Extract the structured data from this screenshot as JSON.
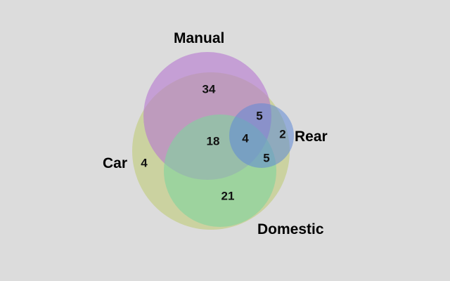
{
  "chart_data": {
    "type": "venn",
    "sets": [
      {
        "key": "car",
        "name": "Car",
        "color": "#bfcc78"
      },
      {
        "key": "manual",
        "name": "Manual",
        "color": "#b577d1"
      },
      {
        "key": "domestic",
        "name": "Domestic",
        "color": "#7fd39c"
      },
      {
        "key": "rear",
        "name": "Rear",
        "color": "#5f88d6"
      }
    ],
    "regions": [
      {
        "sets": [
          "car"
        ],
        "count": "4"
      },
      {
        "sets": [
          "car",
          "manual"
        ],
        "count": "34"
      },
      {
        "sets": [
          "car",
          "manual",
          "rear"
        ],
        "count": "5"
      },
      {
        "sets": [
          "rear"
        ],
        "count": "2"
      },
      {
        "sets": [
          "car",
          "manual",
          "domestic"
        ],
        "count": "18"
      },
      {
        "sets": [
          "car",
          "manual",
          "domestic",
          "rear"
        ],
        "count": "4"
      },
      {
        "sets": [
          "car",
          "domestic",
          "rear"
        ],
        "count": "5"
      },
      {
        "sets": [
          "car",
          "domestic"
        ],
        "count": "21"
      }
    ]
  }
}
